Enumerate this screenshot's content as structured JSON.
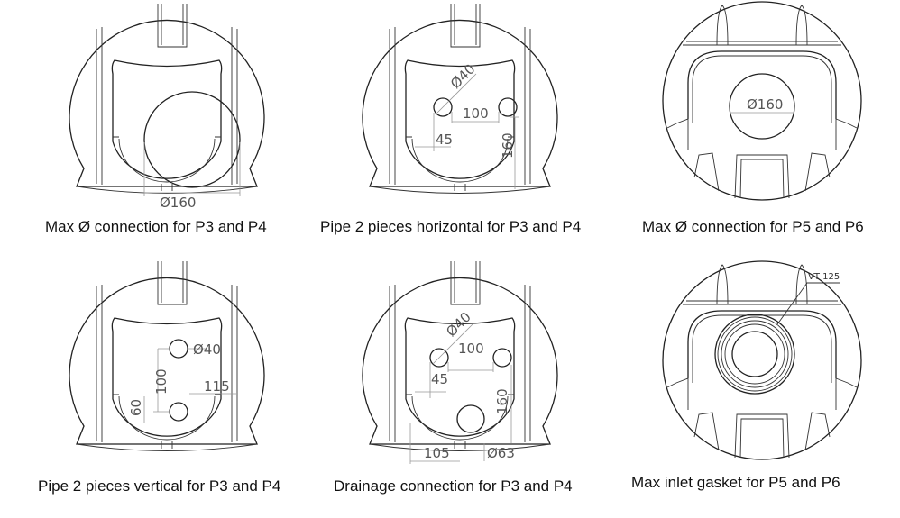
{
  "panels": [
    {
      "caption": "Max Ø connection for P3 and P4",
      "dims": {
        "diameter": "Ø160"
      }
    },
    {
      "caption": "Pipe 2 pieces horizontal for P3 and P4",
      "dims": {
        "diameter": "Ø40",
        "spacing": "100",
        "side": "45",
        "height": "160"
      }
    },
    {
      "caption": "Max Ø connection for P5 and P6",
      "dims": {
        "diameter": "Ø160"
      }
    },
    {
      "caption": "Pipe 2 pieces vertical for P3 and P4",
      "dims": {
        "diameter": "Ø40",
        "spacing": "100",
        "side": "115",
        "height": "60"
      }
    },
    {
      "caption": "Drainage connection for P3 and P4",
      "dims": {
        "diameter": "Ø40",
        "spacing": "100",
        "side": "45",
        "height": "160",
        "bottom": "105",
        "drain": "Ø63"
      }
    },
    {
      "caption": "Max inlet gasket for P5 and P6",
      "dims": {
        "gasket": "VT 125"
      }
    }
  ]
}
